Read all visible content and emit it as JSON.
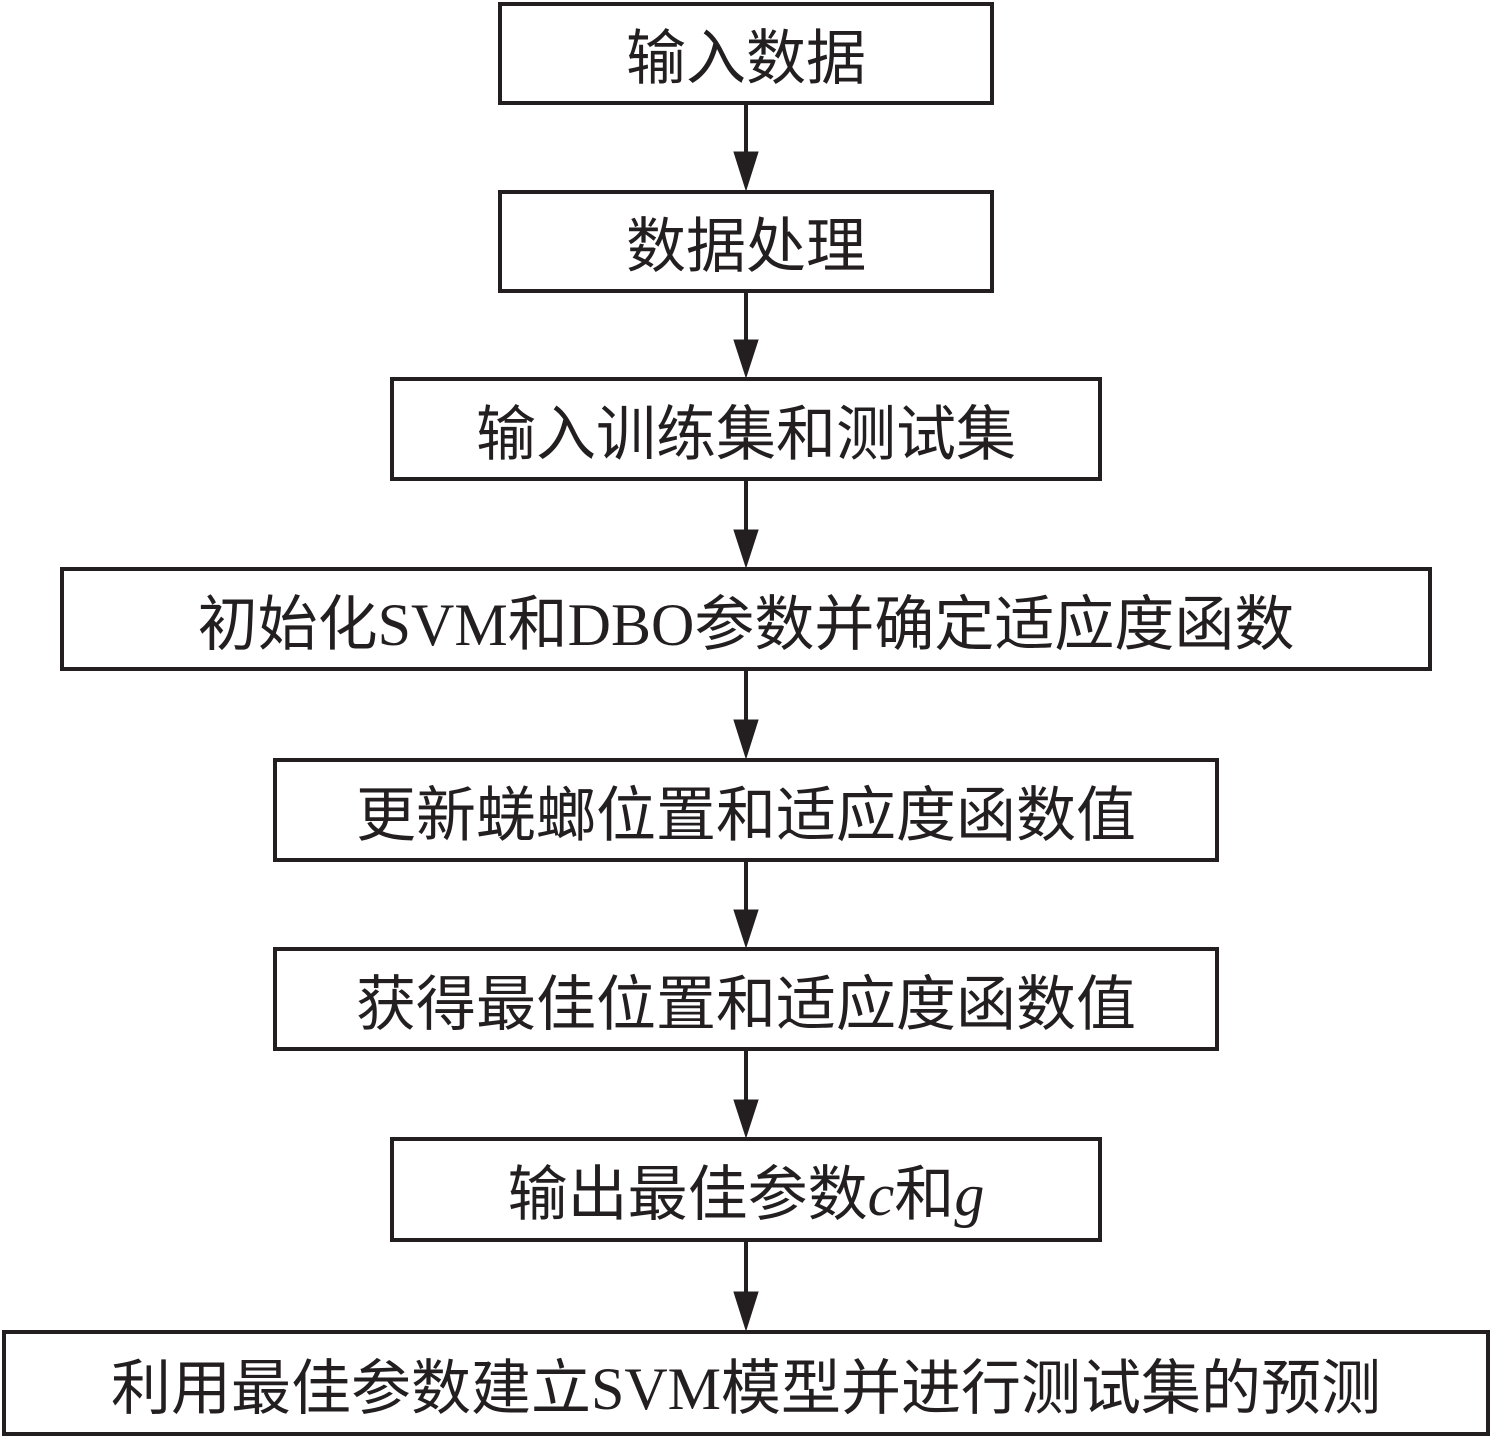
{
  "flowchart": {
    "steps": [
      {
        "label": "输入数据"
      },
      {
        "label": "数据处理"
      },
      {
        "label": "输入训练集和测试集"
      },
      {
        "label": "初始化SVM和DBO参数并确定适应度函数"
      },
      {
        "label": "更新蜣螂位置和适应度函数值"
      },
      {
        "label": "获得最佳位置和适应度函数值"
      },
      {
        "label_prefix": "输出最佳参数",
        "param_c": "c",
        "label_mid": "和",
        "param_g": "g"
      },
      {
        "label": "利用最佳参数建立SVM模型并进行测试集的预测"
      }
    ],
    "line_color": "#231f20"
  }
}
